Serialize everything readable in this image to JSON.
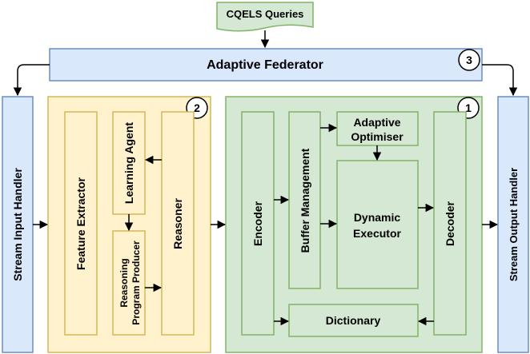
{
  "query_label": "CQELS Queries",
  "federator": {
    "label": "Adaptive Federator",
    "badge": "3"
  },
  "input_handler": "Stream Input Handler",
  "output_handler": "Stream Output Handler",
  "reasoning_group": {
    "badge": "2",
    "feature_extractor": "Feature Extractor",
    "learning_agent": "Learning Agent",
    "program_producer": {
      "line1": "Reasoning",
      "line2": "Program Producer"
    },
    "reasoner": "Reasoner"
  },
  "processing_group": {
    "badge": "1",
    "encoder": "Encoder",
    "buffer_management": "Buffer Management",
    "adaptive_optimiser": {
      "line1": "Adaptive",
      "line2": "Optimiser"
    },
    "dynamic_executor": {
      "line1": "Dynamic",
      "line2": "Executor"
    },
    "decoder": "Decoder",
    "dictionary": "Dictionary"
  },
  "colors": {
    "blue_fill": "#dae8fc",
    "blue_stroke": "#6c8ebf",
    "yellow_fill": "#fff2cc",
    "yellow_stroke": "#d6b656",
    "green_fill": "#d5e8d4",
    "green_stroke": "#82b366"
  }
}
